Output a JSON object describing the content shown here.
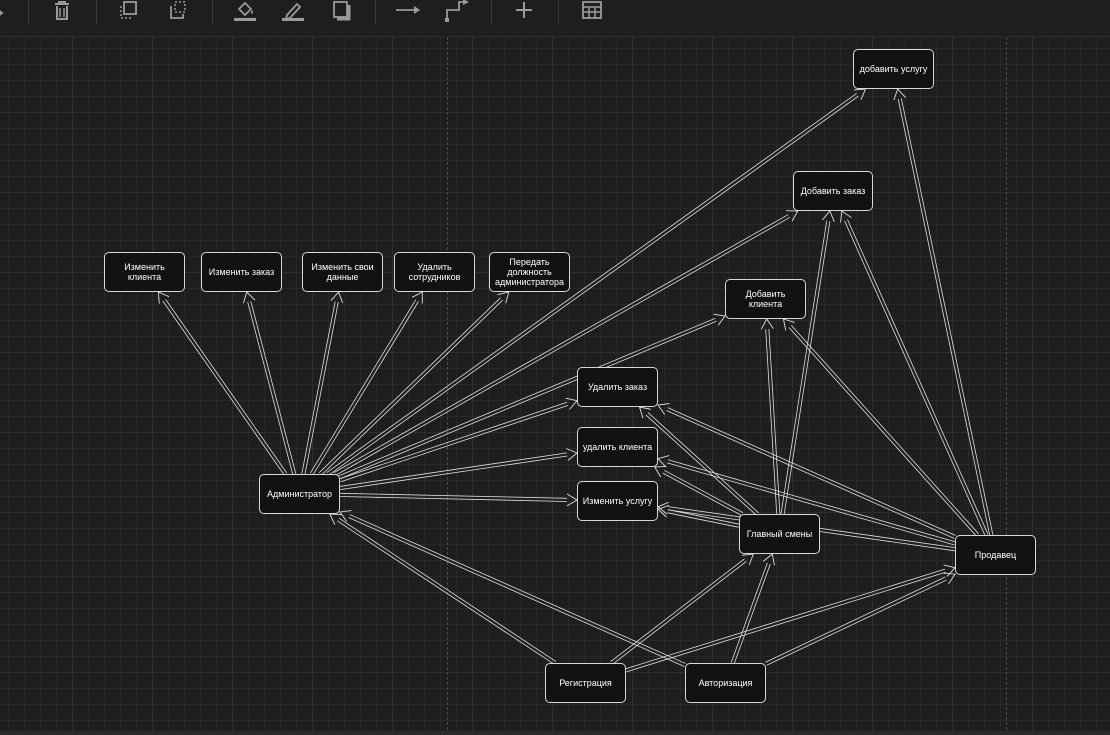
{
  "toolbar": {
    "items": [
      {
        "name": "arrow-back-icon",
        "icon": "partial"
      },
      {
        "name": "delete-icon",
        "icon": "trash"
      },
      {
        "name": "to-front-icon",
        "icon": "tofront"
      },
      {
        "name": "to-back-icon",
        "icon": "toback"
      },
      {
        "name": "fill-color-icon",
        "icon": "fill"
      },
      {
        "name": "line-color-icon",
        "icon": "pencil"
      },
      {
        "name": "shadow-icon",
        "icon": "shadow"
      },
      {
        "name": "connection-icon",
        "icon": "arrow"
      },
      {
        "name": "waypoints-icon",
        "icon": "waypoints"
      },
      {
        "name": "insert-icon",
        "icon": "plus"
      },
      {
        "name": "table-icon",
        "icon": "table"
      }
    ]
  },
  "nodes": {
    "add_service": {
      "label": "добавить услугу"
    },
    "add_order": {
      "label": "Добавить заказ"
    },
    "change_client": {
      "label": "Изменить клиента"
    },
    "change_order": {
      "label": "Изменить заказ"
    },
    "change_own_data": {
      "label": "Изменить свои данные"
    },
    "delete_employees": {
      "label": "Удалить сотрудников"
    },
    "transfer_admin": {
      "label": "Передать должность администратора"
    },
    "add_client": {
      "label": "Добавить клиента"
    },
    "delete_order": {
      "label": "Удалить заказ"
    },
    "delete_client": {
      "label": "удалить клиента"
    },
    "change_service": {
      "label": "Изменить услугу"
    },
    "administrator": {
      "label": "Администратор"
    },
    "shift_head": {
      "label": "Главный смены"
    },
    "seller": {
      "label": "Продавец"
    },
    "registration": {
      "label": "Регистрация"
    },
    "authorization": {
      "label": "Авторизация"
    }
  },
  "edges": [
    [
      "administrator",
      "change_client"
    ],
    [
      "administrator",
      "change_order"
    ],
    [
      "administrator",
      "change_own_data"
    ],
    [
      "administrator",
      "delete_employees"
    ],
    [
      "administrator",
      "transfer_admin"
    ],
    [
      "administrator",
      "add_service"
    ],
    [
      "administrator",
      "add_order"
    ],
    [
      "administrator",
      "add_client"
    ],
    [
      "administrator",
      "delete_order"
    ],
    [
      "administrator",
      "delete_client"
    ],
    [
      "administrator",
      "change_service"
    ],
    [
      "shift_head",
      "add_order"
    ],
    [
      "shift_head",
      "add_client"
    ],
    [
      "shift_head",
      "delete_order"
    ],
    [
      "shift_head",
      "delete_client"
    ],
    [
      "shift_head",
      "change_service"
    ],
    [
      "seller",
      "add_service"
    ],
    [
      "seller",
      "add_order"
    ],
    [
      "seller",
      "add_client"
    ],
    [
      "seller",
      "delete_order"
    ],
    [
      "seller",
      "delete_client"
    ],
    [
      "seller",
      "change_service"
    ],
    [
      "registration",
      "administrator"
    ],
    [
      "registration",
      "shift_head"
    ],
    [
      "registration",
      "seller"
    ],
    [
      "authorization",
      "administrator"
    ],
    [
      "authorization",
      "shift_head"
    ],
    [
      "authorization",
      "seller"
    ]
  ],
  "colors": {
    "background": "#1e1e1e",
    "node_fill": "#121212",
    "node_border": "#d8d8d8",
    "edge": "#e0e0e0",
    "icon": "#9a9a9a"
  }
}
